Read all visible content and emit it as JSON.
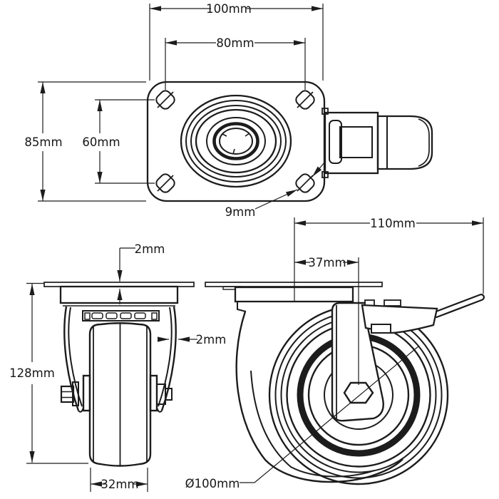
{
  "drawing": {
    "type": "caster-wheel-technical-drawing",
    "colors": {
      "line": "#1c1c1c",
      "background": "#ffffff"
    },
    "dims": {
      "top_plate_width": "100mm",
      "top_bolt_spacing_width": "80mm",
      "top_plate_height": "85mm",
      "top_bolt_spacing_height": "60mm",
      "top_bolt_hole": "9mm",
      "front_plate_thickness": "2mm",
      "front_wall_thickness": "2mm",
      "front_overall_height": "128mm",
      "front_wheel_width": "32mm",
      "side_overall_length": "110mm",
      "side_swivel_offset": "37mm",
      "wheel_diameter": "Ø100mm"
    }
  }
}
